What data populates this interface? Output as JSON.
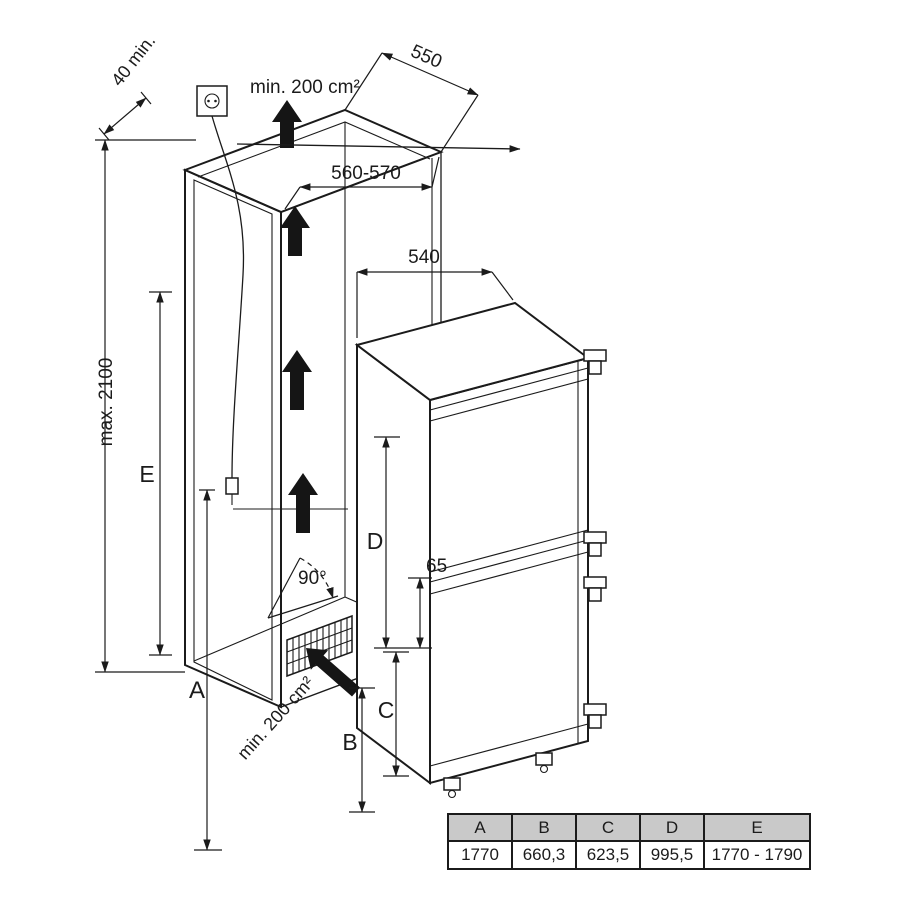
{
  "diagram": {
    "labels": {
      "gap_top_left": "40 min.",
      "vent_top": "min. 200 cm²",
      "depth_niche": "550",
      "width_niche": "560-570",
      "width_appliance": "540",
      "height_max": "max. 2100",
      "dim_e": "E",
      "dim_d": "D",
      "dim_65": "65",
      "angle": "90°",
      "dim_a": "A",
      "dim_b": "B",
      "dim_c": "C",
      "vent_bottom": "min. 200 cm²"
    }
  },
  "table": {
    "headers": [
      "A",
      "B",
      "C",
      "D",
      "E"
    ],
    "values": [
      "1770",
      "660,3",
      "623,5",
      "995,5",
      "1770 - 1790"
    ]
  }
}
